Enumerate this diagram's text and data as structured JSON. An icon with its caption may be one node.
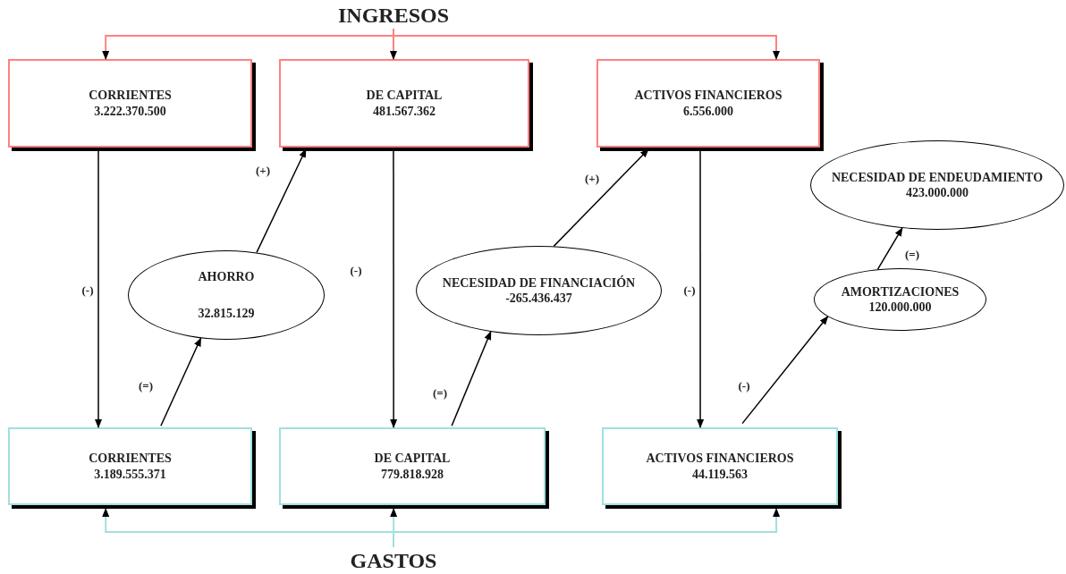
{
  "diagram": {
    "nodes": [
      {
        "text": [
          "INGRESOS"
        ]
      },
      {
        "text": [
          "CORRIENTES",
          "3.222.370.500"
        ]
      },
      {
        "text": [
          "DE CAPITAL",
          "481.567.362"
        ]
      },
      {
        "text": [
          "ACTIVOS FINANCIEROS",
          "6.556.000"
        ]
      },
      {
        "text": [
          "NECESIDAD DE ENDEUDAMIENTO",
          "423.000.000"
        ]
      },
      {
        "text": [
          "AHORRO",
          "32.815.129"
        ]
      },
      {
        "text": [
          "NECESIDAD DE FINANCIACIÓN",
          "-265.436.437"
        ]
      },
      {
        "text": [
          "AMORTIZACIONES",
          "120.000.000"
        ]
      },
      {
        "text": [
          "CORRIENTES",
          "3.189.555.371"
        ]
      },
      {
        "text": [
          "DE CAPITAL",
          "779.818.928"
        ]
      },
      {
        "text": [
          "ACTIVOS FINANCIEROS",
          "44.119.563"
        ]
      },
      {
        "text": [
          "GASTOS"
        ]
      }
    ],
    "edges": [
      {
        "from": 0,
        "to": 1,
        "arrow": "to",
        "color": "#ff8080"
      },
      {
        "from": 0,
        "to": 2,
        "arrow": "to",
        "color": "#ff8080"
      },
      {
        "from": 0,
        "to": 3,
        "arrow": "to",
        "color": "#ff8080"
      },
      {
        "from": 11,
        "to": 8,
        "arrow": "to",
        "color": "#a0e0e0"
      },
      {
        "from": 11,
        "to": 9,
        "arrow": "to",
        "color": "#a0e0e0"
      },
      {
        "from": 11,
        "to": 10,
        "arrow": "to",
        "color": "#a0e0e0"
      },
      {
        "from": 1,
        "to": 8,
        "arrow": "to",
        "label": "(-)"
      },
      {
        "from": 2,
        "to": 9,
        "arrow": "to",
        "label": "(-)"
      },
      {
        "from": 3,
        "to": 10,
        "arrow": "to",
        "label": "(-)"
      },
      {
        "from": 8,
        "to": 5,
        "arrow": "to",
        "label": "(=)"
      },
      {
        "from": 5,
        "to": 2,
        "arrow": "to",
        "label": "(+)"
      },
      {
        "from": 9,
        "to": 6,
        "arrow": "to",
        "label": "(=)"
      },
      {
        "from": 6,
        "to": 3,
        "arrow": "to",
        "label": "(+)"
      },
      {
        "from": 10,
        "to": 7,
        "arrow": "to",
        "label": "(-)"
      },
      {
        "from": 7,
        "to": 4,
        "arrow": "to",
        "label": "(=)"
      }
    ]
  }
}
